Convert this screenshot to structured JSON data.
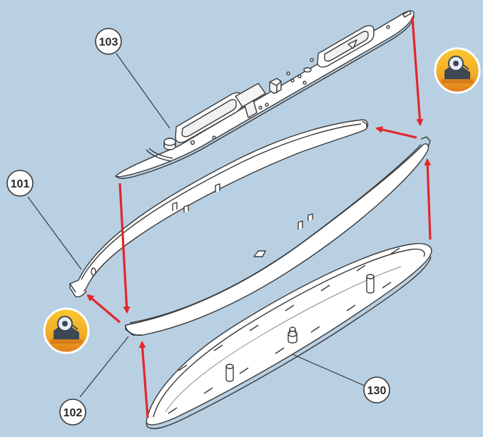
{
  "diagram": {
    "callouts": [
      {
        "id": "deck",
        "label": "103"
      },
      {
        "id": "side-left",
        "label": "101"
      },
      {
        "id": "side-right",
        "label": "102"
      },
      {
        "id": "hull-bottom",
        "label": "130"
      }
    ],
    "icons": [
      "tape-dispenser-icon",
      "tape-dispenser-icon"
    ],
    "colors": {
      "background": "#b9d0e3",
      "part_fill": "#ffffff",
      "part_stroke": "#3a3a3a",
      "arrow": "#e3262b",
      "badge_top": "#f7c12e",
      "badge_bottom": "#e2861d",
      "tape_body": "#3d4854"
    }
  }
}
